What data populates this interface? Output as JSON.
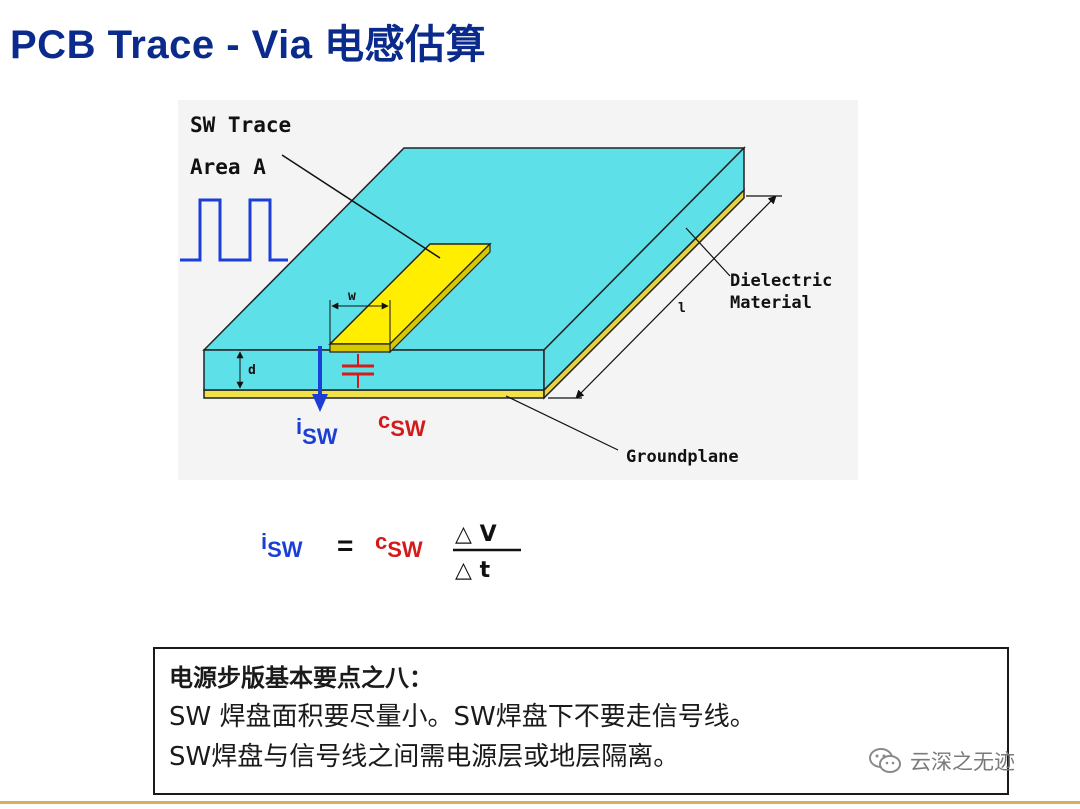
{
  "slide": {
    "title": "PCB Trace - Via 电感估算"
  },
  "diagram": {
    "labels": {
      "sw_trace": "SW Trace",
      "area_a": "Area A",
      "width": "w",
      "length": "l",
      "thickness": "d",
      "dielectric_line1": "Dielectric",
      "dielectric_line2": "Material",
      "groundplane": "Groundplane",
      "current_symbol": "i",
      "current_sub": "SW",
      "cap_symbol": "c",
      "cap_sub": "SW"
    },
    "colors": {
      "dielectric": "#5ee0e8",
      "trace": "#ffee00",
      "ground": "#f2e24a",
      "current": "#1b3fd6",
      "capacitor": "#d41a1a",
      "waveform": "#1b3fd6"
    }
  },
  "formula": {
    "lhs_symbol": "i",
    "lhs_sub": "SW",
    "equals": "=",
    "rhs_symbol": "c",
    "rhs_sub": "SW",
    "numerator": "△ V",
    "denominator": "△  t"
  },
  "note": {
    "title": "电源步版基本要点之八：",
    "line1": "SW  焊盘面积要尽量小。SW焊盘下不要走信号线。",
    "line2": "SW焊盘与信号线之间需电源层或地层隔离。"
  },
  "watermark": {
    "text": "云深之无迹",
    "icon": "wechat-icon"
  }
}
